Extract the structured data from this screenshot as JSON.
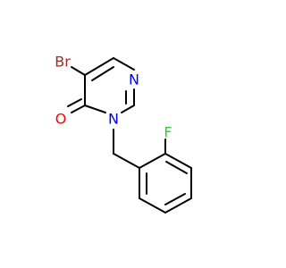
{
  "molecule": {
    "atoms": {
      "br": "Br",
      "o": "O",
      "n1": "N",
      "n3": "N",
      "f": "F"
    },
    "colors": {
      "bond": "#000000",
      "br": "#a52a2a",
      "o": "#ff0000",
      "n": "#0000ff",
      "f": "#33cc33"
    }
  }
}
